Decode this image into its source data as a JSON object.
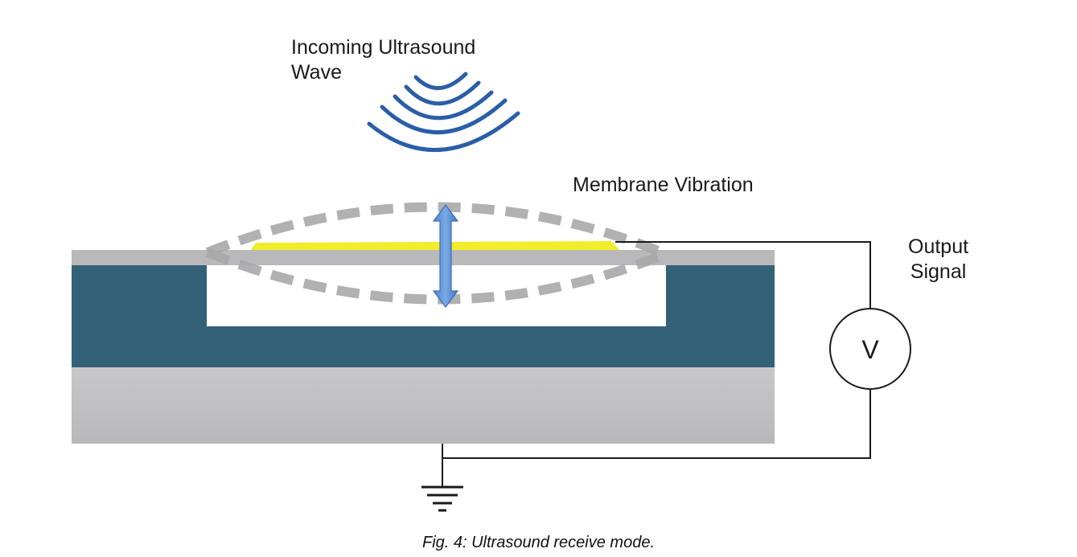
{
  "labels": {
    "incoming_wave": [
      "Incoming Ultrasound",
      "Wave"
    ],
    "membrane_vibration": "Membrane Vibration",
    "output_signal": [
      "Output",
      "Signal"
    ],
    "voltmeter_symbol": "V"
  },
  "caption": "Fig. 4: Ultrasound receive mode.",
  "colors": {
    "wave": "#2a5ea8",
    "membrane_layer": "#b9b9bb",
    "substrate_teal": "#336178",
    "base_layer": "#c3c3c5",
    "electrode": "#f3ec2a",
    "dashed_outline": "#a9a9a9",
    "arrow": "#5b93d8",
    "wire": "#1a1a1a"
  }
}
